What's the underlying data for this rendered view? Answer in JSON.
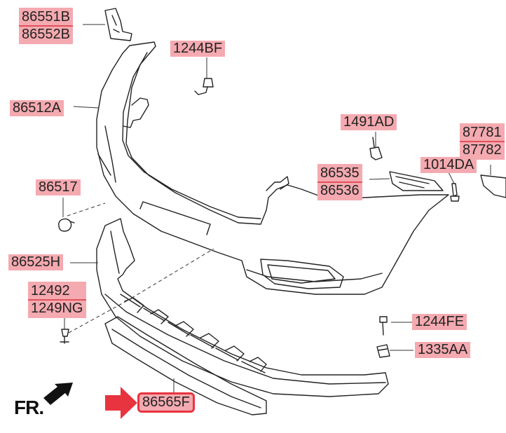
{
  "diagram": {
    "orientation_label": "FR.",
    "highlight_color": "#e8343f",
    "label_bg_color": "#f4aab0",
    "labels": [
      {
        "id": "lbl-86551b-86552b",
        "lines": [
          "86551B",
          "86552B"
        ]
      },
      {
        "id": "lbl-1244bf-top",
        "lines": [
          "1244BF"
        ]
      },
      {
        "id": "lbl-86512a",
        "lines": [
          "86512A"
        ]
      },
      {
        "id": "lbl-1491ad",
        "lines": [
          "1491AD"
        ]
      },
      {
        "id": "lbl-87781-87782",
        "lines": [
          "87781",
          "87782"
        ]
      },
      {
        "id": "lbl-86535-86536",
        "lines": [
          "86535",
          "86536"
        ]
      },
      {
        "id": "lbl-1014da",
        "lines": [
          "1014DA"
        ]
      },
      {
        "id": "lbl-86517",
        "lines": [
          "86517"
        ]
      },
      {
        "id": "lbl-86525h",
        "lines": [
          "86525H"
        ]
      },
      {
        "id": "lbl-12492-1249ng",
        "lines": [
          "12492",
          "1249NG"
        ]
      },
      {
        "id": "lbl-1244fe",
        "lines": [
          "1244FE"
        ]
      },
      {
        "id": "lbl-1335aa",
        "lines": [
          "1335AA"
        ]
      },
      {
        "id": "lbl-86565f",
        "lines": [
          "86565F"
        ],
        "highlighted": true
      }
    ]
  }
}
